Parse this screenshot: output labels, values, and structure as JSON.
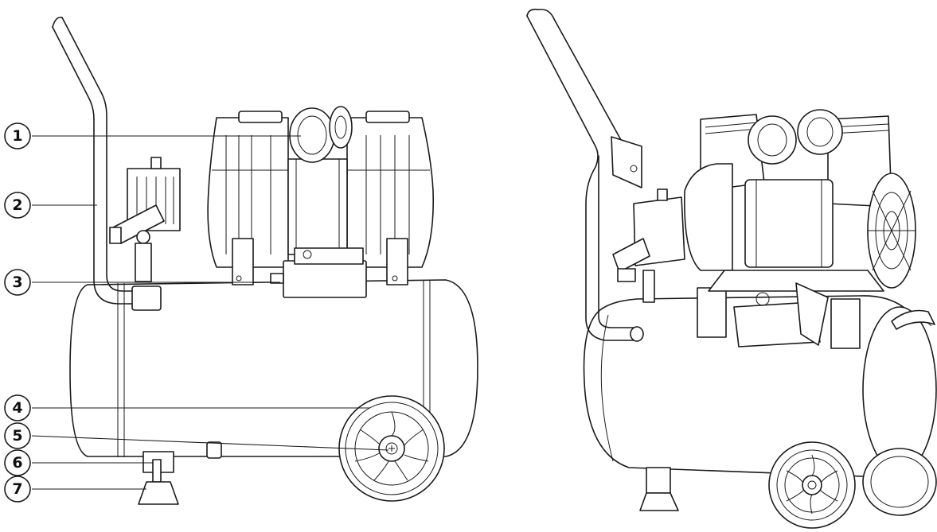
{
  "callouts": [
    {
      "number": "1",
      "part_icon": "pump-head-icon"
    },
    {
      "number": "2",
      "part_icon": "handle-icon"
    },
    {
      "number": "3",
      "part_icon": "pressure-switch-icon"
    },
    {
      "number": "4",
      "part_icon": "wheel-icon"
    },
    {
      "number": "5",
      "part_icon": "wheel-bolt-icon"
    },
    {
      "number": "6",
      "part_icon": "drain-valve-icon"
    },
    {
      "number": "7",
      "part_icon": "rubber-foot-icon"
    }
  ],
  "colors": {
    "line": "#1a1a1a",
    "background": "#ffffff"
  }
}
